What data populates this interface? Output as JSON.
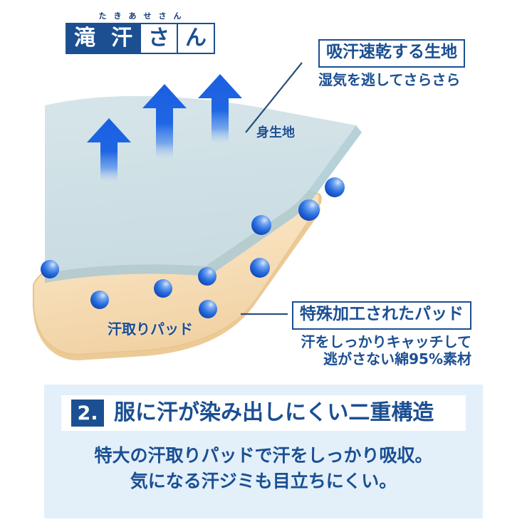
{
  "logo": {
    "furigana": [
      "た",
      "き",
      "あ",
      "せ",
      "さ",
      "ん"
    ],
    "chars": [
      {
        "text": "滝",
        "style": "filled"
      },
      {
        "text": "汗",
        "style": "filled"
      },
      {
        "text": "さ",
        "style": "hollow"
      },
      {
        "text": "ん",
        "style": "hollow"
      }
    ],
    "full_name": "滝汗さん"
  },
  "callouts": {
    "top": {
      "boxed_title": "吸汗速乾する生地",
      "subtitle": "湿気を逃してさらさら"
    },
    "bottom": {
      "boxed_title": "特殊加工されたパッド",
      "subtitle_line1": "汗をしっかりキャッチして",
      "subtitle_line2": "逃がさない綿95%素材"
    }
  },
  "diagram": {
    "outer_fabric_label": "身生地",
    "pad_label": "汗取りパッド",
    "arrow_count": 3,
    "droplet_count": 9
  },
  "bottom_panel": {
    "number": "2.",
    "heading": "服に汗が染み出しにくい二重構造",
    "body_line1": "特大の汗取りパッドで汗をしっかり吸収。",
    "body_line2": "気になる汗ジミも目立ちにくい。"
  },
  "colors": {
    "brand_navy": "#1b4f92",
    "arrow_blue": "#1a5fe0",
    "fabric_layer": "#cfdfe4",
    "pad_layer": "#f7dfba",
    "panel_bg": "#e3f0fa",
    "droplet_blue": "#2a6fe0",
    "page_bg": "#ffffff"
  }
}
